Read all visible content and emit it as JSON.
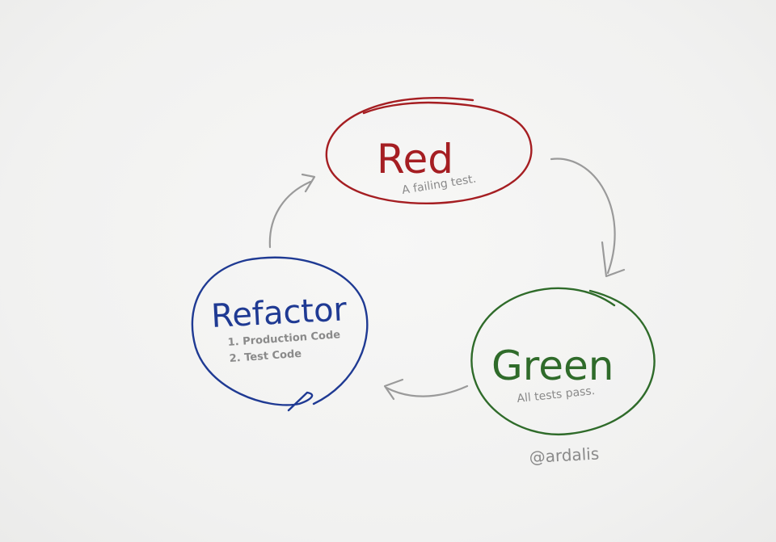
{
  "diagram": {
    "nodes": [
      {
        "id": "red",
        "title": "Red",
        "subtitle": "A failing test.",
        "color": "#a51e22"
      },
      {
        "id": "green",
        "title": "Green",
        "subtitle": "All tests pass.",
        "color": "#2f6b2a"
      },
      {
        "id": "refactor",
        "title": "Refactor",
        "items": [
          "1. Production Code",
          "2. Test Code"
        ],
        "color": "#1f3a93"
      }
    ],
    "edges": [
      {
        "from": "red",
        "to": "green"
      },
      {
        "from": "green",
        "to": "refactor"
      },
      {
        "from": "refactor",
        "to": "red"
      }
    ],
    "arrow_color": "#9a9a9a",
    "subtitle_color": "#8a8a8a",
    "credit": "@ardalis"
  }
}
